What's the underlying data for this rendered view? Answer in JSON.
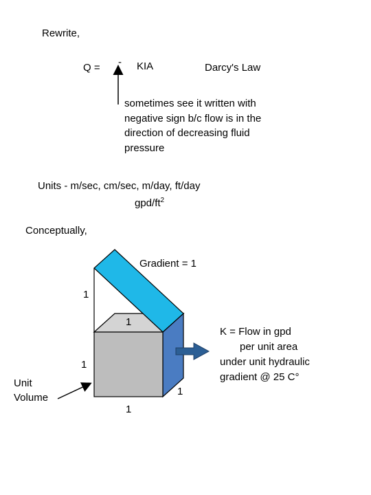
{
  "intro": "Rewrite,",
  "equation": {
    "lhs": "Q =",
    "sign": "-",
    "rhs": "KIA",
    "law": "Darcy's Law"
  },
  "note_lines": [
    "sometimes see it written with",
    "negative sign b/c flow is in the",
    "direction of decreasing fluid",
    "pressure"
  ],
  "units": {
    "line1": "Units - m/sec, cm/sec, m/day, ft/day",
    "line2_base": "gpd/ft",
    "line2_sup": "2"
  },
  "conceptually": "Conceptually,",
  "diagram": {
    "gradient_label": "Gradient = 1",
    "dim_top_left": "1",
    "dim_top_mid": "1",
    "dim_left": "1",
    "dim_right": "1",
    "dim_bottom": "1",
    "unit_volume": [
      "Unit",
      "Volume"
    ],
    "k_def": [
      "K = Flow in gpd",
      "per unit area",
      "under unit hydraulic",
      "gradient @ 25 C°"
    ],
    "colors": {
      "slope_top": "#1fb8e8",
      "cube_front": "#bdbdbd",
      "cube_top": "#d4d4d4",
      "cube_side": "#4a7cc2",
      "flow_arrow": "#2c5f95"
    }
  }
}
